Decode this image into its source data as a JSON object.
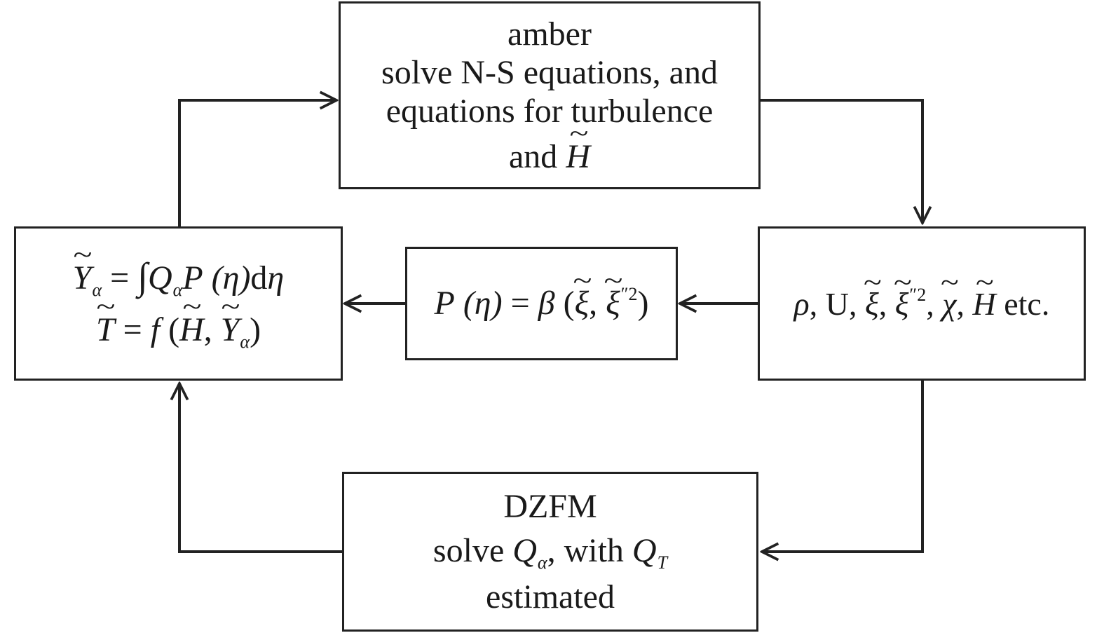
{
  "top_box": {
    "title": "amber",
    "line2": "solve N-S equations, and",
    "line3": "equations for turbulence",
    "line4_text": "and",
    "line4_symbol": "H"
  },
  "left_box": {
    "eq1": {
      "lhs_symbol": "Y",
      "lhs_sub": "α",
      "equals": "=",
      "integral": "∫",
      "q": "Q",
      "q_sub": "α",
      "p": "P",
      "arg": "(η)",
      "d": "d",
      "eta": "η"
    },
    "eq2": {
      "lhs_symbol": "T",
      "equals": "=",
      "f": "f",
      "open": "(",
      "h": "H",
      "comma": ",",
      "y": "Y",
      "y_sub": "α",
      "close": ")"
    }
  },
  "middle_box": {
    "p": "P",
    "arg": "(η)",
    "equals": "=",
    "beta": "β",
    "open": "(",
    "xi": "ξ",
    "comma": ",",
    "xi2": "ξ",
    "xi2_sup": "″2",
    "close": ")"
  },
  "right_box": {
    "rho": "ρ",
    "sep1": ",",
    "u": "U",
    "sep2": ",",
    "xi": "ξ",
    "sep3": ",",
    "xi2": "ξ",
    "xi2_sup": "″2",
    "sep4": ",",
    "chi": "χ",
    "sep5": ",",
    "h": "H",
    "etc": "etc."
  },
  "bottom_box": {
    "title": "DZFM",
    "line2_pre": "solve",
    "q_alpha": "Q",
    "q_alpha_sub": "α",
    "line2_mid": ", with",
    "q_t": "Q",
    "q_t_sub": "T",
    "line3": "estimated"
  },
  "colors": {
    "line": "#222222",
    "text": "#1a1a1a",
    "background": "#ffffff"
  }
}
